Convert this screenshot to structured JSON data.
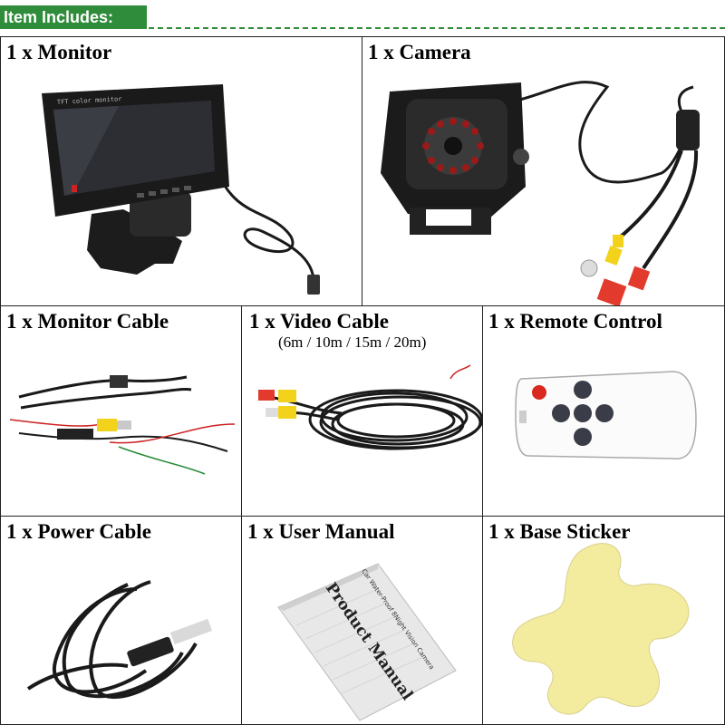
{
  "header": {
    "title": "Item Includes:"
  },
  "items": [
    {
      "label": "1 x Monitor",
      "screen_text": "TFT color monitor"
    },
    {
      "label": "1 x Camera"
    },
    {
      "label": "1 x Monitor Cable"
    },
    {
      "label": "1 x Video Cable",
      "sub": "(6m / 10m / 15m / 20m)"
    },
    {
      "label": "1 x Remote Control"
    },
    {
      "label": "1 x Power Cable"
    },
    {
      "label": "1 x User Manual",
      "manual_title": "Product Manual",
      "manual_subtitle": "Car Water-Proof 8Night Vision Camera"
    },
    {
      "label": "1 x Base Sticker"
    }
  ],
  "colors": {
    "accent": "#2f8c3a",
    "cable": "#1a1a1a",
    "rca_yellow": "#f2d21b",
    "rca_red": "#e33a2e",
    "sticker": "#f3ec9e"
  }
}
